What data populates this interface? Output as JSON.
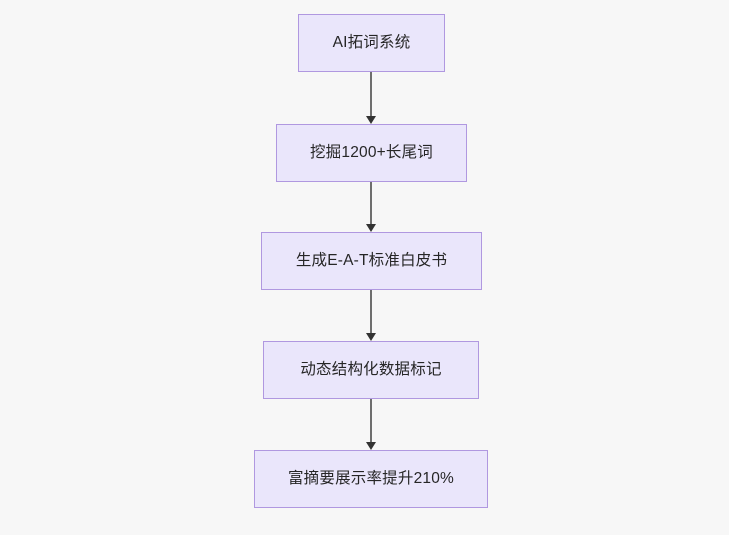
{
  "diagram": {
    "type": "flowchart",
    "direction": "top-to-bottom",
    "background_color": "#f7f7f7",
    "node_fill_color": "#eae6fb",
    "node_border_color": "#b098e0",
    "node_text_color": "#262626",
    "connector_color": "#6e6e6e",
    "arrowhead_color": "#333333",
    "nodes": [
      {
        "id": "n1",
        "label": "AI拓词系统"
      },
      {
        "id": "n2",
        "label": "挖掘1200+长尾词"
      },
      {
        "id": "n3",
        "label": "生成E-A-T标准白皮书"
      },
      {
        "id": "n4",
        "label": "动态结构化数据标记"
      },
      {
        "id": "n5",
        "label": "富摘要展示率提升210%"
      }
    ],
    "edges": [
      {
        "from": "n1",
        "to": "n2"
      },
      {
        "from": "n2",
        "to": "n3"
      },
      {
        "from": "n3",
        "to": "n4"
      },
      {
        "from": "n4",
        "to": "n5"
      }
    ]
  }
}
